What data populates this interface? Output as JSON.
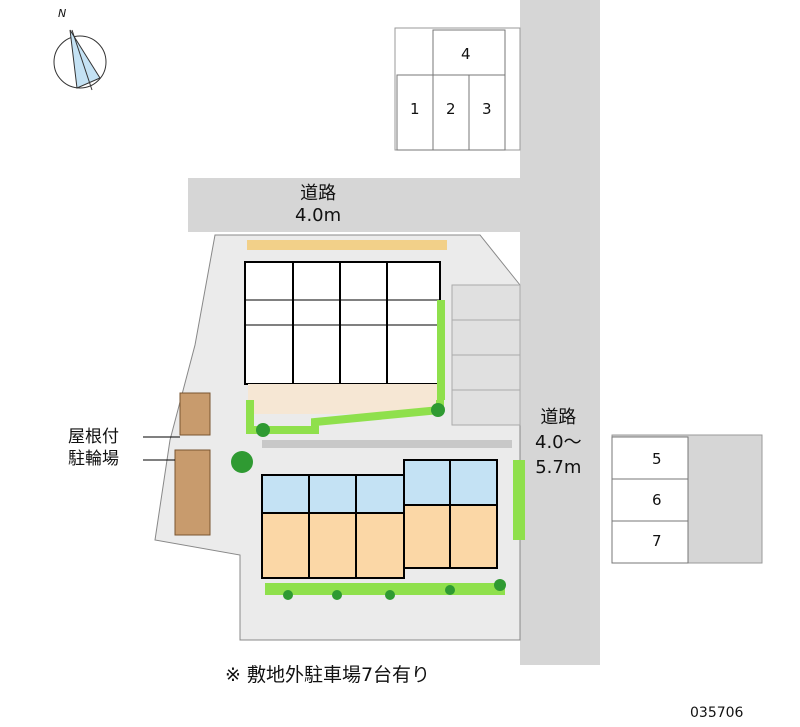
{
  "compass": {
    "label": "N"
  },
  "roads": {
    "north": {
      "name": "道路",
      "width": "4.0m"
    },
    "east": {
      "name": "道路",
      "width_line1": "4.0～",
      "width_line2": "5.7m"
    }
  },
  "bicycle_parking": {
    "line1": "屋根付",
    "line2": "駐輪場"
  },
  "parking_spaces": [
    "1",
    "2",
    "3",
    "4",
    "5",
    "6",
    "7"
  ],
  "note": "※ 敷地外駐車場7台有り",
  "code": "035706",
  "colors": {
    "road": "#d6d6d6",
    "site": "#ebebeb",
    "unit_blue": "#c4e2f4",
    "unit_peach": "#fbd7a6",
    "green": "#8fe04c",
    "path": "#f6e7d4"
  }
}
